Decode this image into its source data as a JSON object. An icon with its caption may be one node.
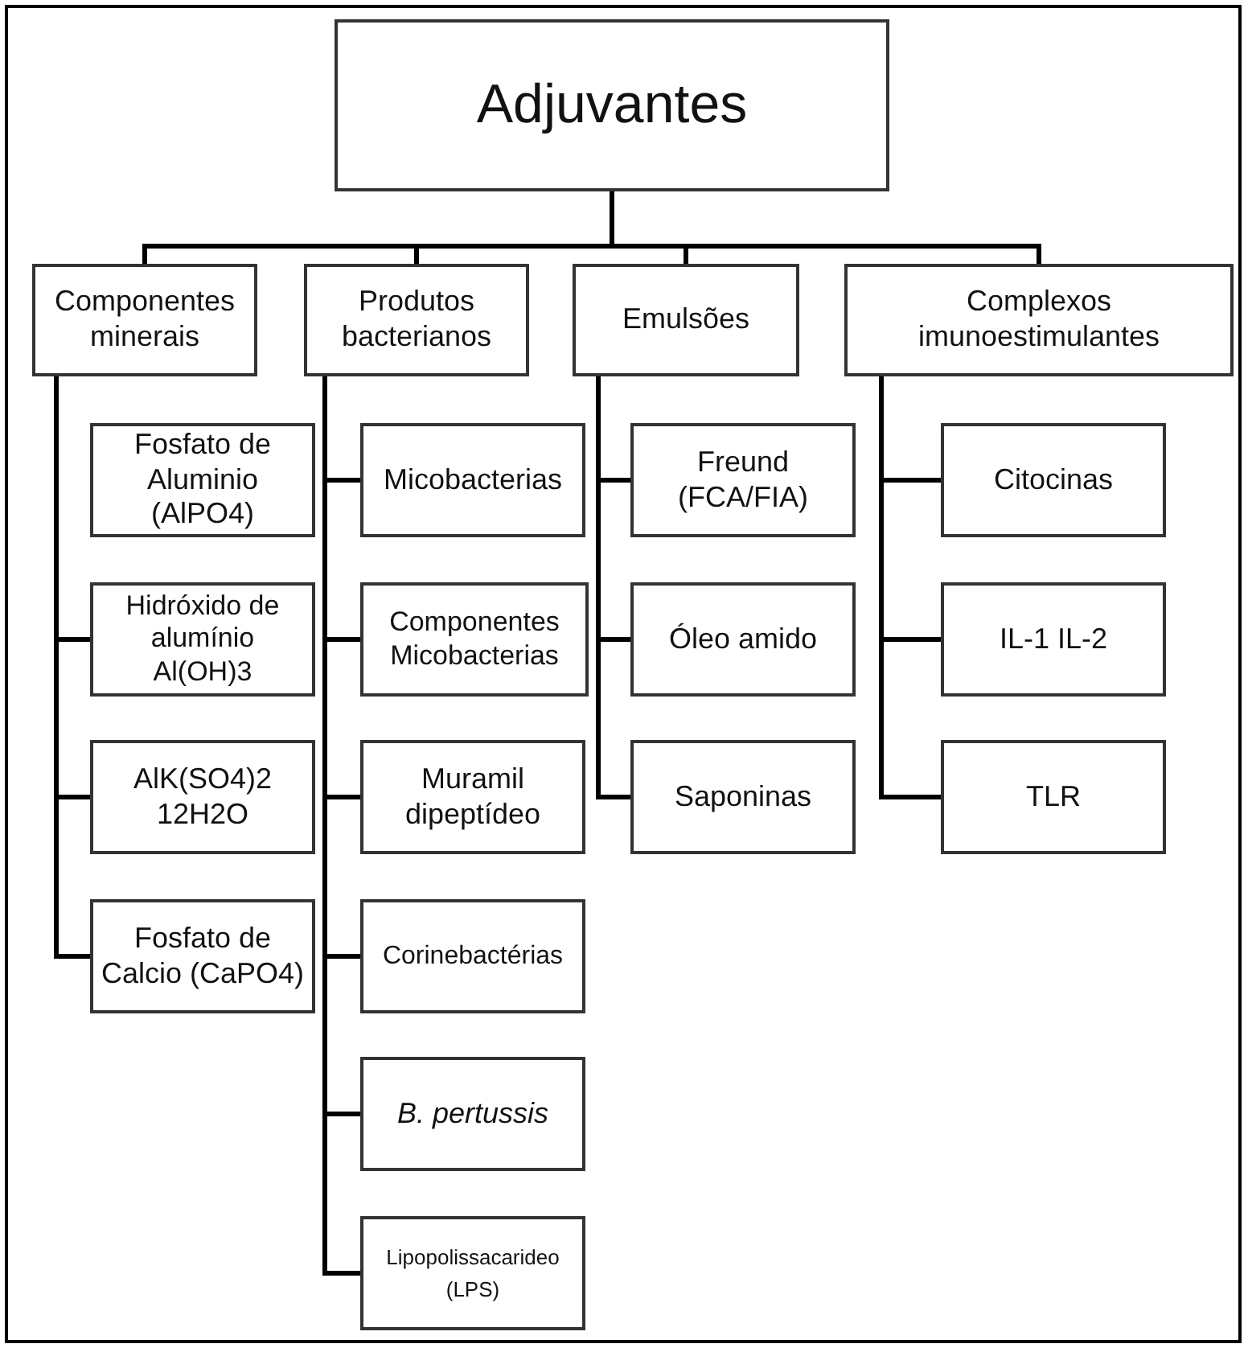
{
  "diagram": {
    "nodes": [
      {
        "text": [
          "Adjuvantes"
        ]
      },
      {
        "text": [
          "Componentes minerais"
        ]
      },
      {
        "text": [
          "Produtos bacterianos"
        ]
      },
      {
        "text": [
          "Emulsões"
        ]
      },
      {
        "text": [
          "Complexos imunoestimulantes"
        ]
      },
      {
        "text": [
          "Fosfato de Aluminio (AlPO4)"
        ]
      },
      {
        "text": [
          "Hidróxido de alumínio Al(OH)3"
        ]
      },
      {
        "text": [
          "AlK(SO4)2 12H2O"
        ]
      },
      {
        "text": [
          "Fosfato de Calcio (CaPO4)"
        ]
      },
      {
        "text": [
          "Micobacterias"
        ]
      },
      {
        "text": [
          "Componentes Micobacterias"
        ]
      },
      {
        "text": [
          "Muramil dipeptídeo"
        ]
      },
      {
        "text": [
          "Corinebactérias"
        ]
      },
      {
        "text": [
          "B. pertussis"
        ]
      },
      {
        "text": [
          "Lipopolissacarideo (LPS)"
        ]
      },
      {
        "text": [
          "Freund (FCA/FIA)"
        ]
      },
      {
        "text": [
          "Óleo amido"
        ]
      },
      {
        "text": [
          "Saponinas"
        ]
      },
      {
        "text": [
          "Citocinas"
        ]
      },
      {
        "text": [
          "IL-1 IL-2"
        ]
      },
      {
        "text": [
          "TLR"
        ]
      }
    ],
    "edges": [
      {
        "from": 0,
        "to": 1,
        "arrow": "none"
      },
      {
        "from": 0,
        "to": 2,
        "arrow": "none"
      },
      {
        "from": 0,
        "to": 3,
        "arrow": "none"
      },
      {
        "from": 0,
        "to": 4,
        "arrow": "none"
      },
      {
        "from": 1,
        "to": 6,
        "arrow": "none"
      },
      {
        "from": 1,
        "to": 7,
        "arrow": "none"
      },
      {
        "from": 1,
        "to": 8,
        "arrow": "none"
      },
      {
        "from": 2,
        "to": 9,
        "arrow": "none"
      },
      {
        "from": 2,
        "to": 10,
        "arrow": "none"
      },
      {
        "from": 2,
        "to": 11,
        "arrow": "none"
      },
      {
        "from": 2,
        "to": 12,
        "arrow": "none"
      },
      {
        "from": 2,
        "to": 13,
        "arrow": "none"
      },
      {
        "from": 2,
        "to": 14,
        "arrow": "none"
      },
      {
        "from": 3,
        "to": 15,
        "arrow": "none"
      },
      {
        "from": 3,
        "to": 16,
        "arrow": "none"
      },
      {
        "from": 3,
        "to": 17,
        "arrow": "none"
      },
      {
        "from": 4,
        "to": 18,
        "arrow": "none"
      },
      {
        "from": 4,
        "to": 19,
        "arrow": "none"
      },
      {
        "from": 4,
        "to": 20,
        "arrow": "none"
      }
    ]
  }
}
